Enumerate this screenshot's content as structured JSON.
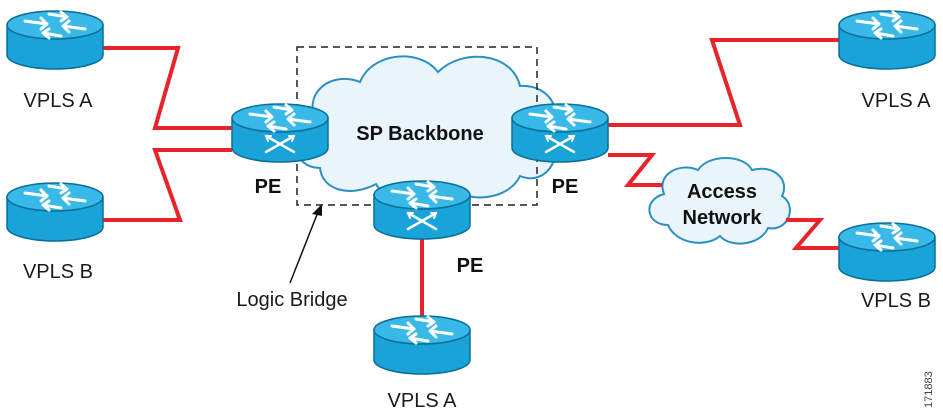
{
  "colors": {
    "link": "#e8232a",
    "router_body": "#1aa3d9",
    "router_top": "#39b9e8",
    "router_edge": "#0a6f96",
    "cloud_fill": "#eaf5fb",
    "cloud_stroke": "#2b8fc2",
    "dash": "#222222"
  },
  "labels": {
    "left_top_site": "VPLS A",
    "left_bottom_site": "VPLS B",
    "right_top_site": "VPLS A",
    "right_bottom_site": "VPLS B",
    "bottom_site": "VPLS A",
    "pe_left": "PE",
    "pe_right": "PE",
    "pe_bottom": "PE",
    "backbone": "SP Backbone",
    "access_line1": "Access",
    "access_line2": "Network",
    "logic_bridge": "Logic Bridge",
    "figure_id": "171883"
  },
  "icons": {
    "pe_router": "pe-router-icon",
    "ce_router": "ce-router-icon",
    "cloud": "cloud-icon"
  }
}
